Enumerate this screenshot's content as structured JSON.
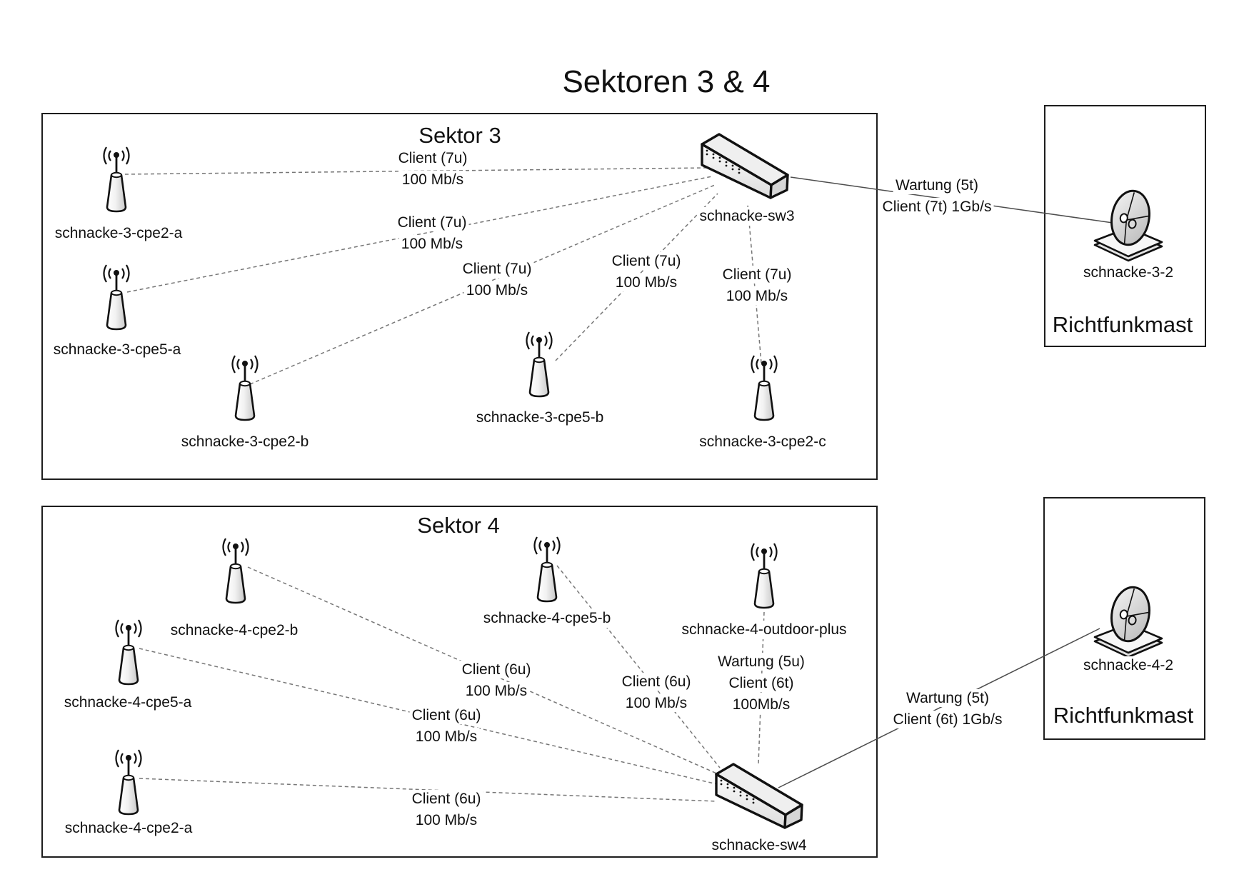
{
  "title": "Sektoren 3 & 4",
  "colors": {
    "box_border": "#1d1d1d",
    "dashed_link": "#767676",
    "solid_link": "#4d4d4d",
    "text": "#111111",
    "icon_fill_light": "#f7f7f7",
    "icon_fill_dark": "#c9c9c9"
  },
  "sector3": {
    "heading": "Sektor 3",
    "switch_label": "schnacke-sw3",
    "nodes": [
      {
        "label": "schnacke-3-cpe2-a"
      },
      {
        "label": "schnacke-3-cpe5-a"
      },
      {
        "label": "schnacke-3-cpe2-b"
      },
      {
        "label": "schnacke-3-cpe5-b"
      },
      {
        "label": "schnacke-3-cpe2-c"
      }
    ],
    "links": [
      {
        "lines": [
          "Client (7u)",
          "100 Mb/s"
        ]
      },
      {
        "lines": [
          "Client (7u)",
          "100 Mb/s"
        ]
      },
      {
        "lines": [
          "Client (7u)",
          "100 Mb/s"
        ]
      },
      {
        "lines": [
          "Client (7u)",
          "100 Mb/s"
        ]
      },
      {
        "lines": [
          "Client (7u)",
          "100 Mb/s"
        ]
      }
    ],
    "uplink": {
      "lines": [
        "Wartung (5t)",
        "Client (7t) 1Gb/s"
      ]
    }
  },
  "sector4": {
    "heading": "Sektor 4",
    "switch_label": "schnacke-sw4",
    "nodes": [
      {
        "label": "schnacke-4-cpe2-b"
      },
      {
        "label": "schnacke-4-cpe5-a"
      },
      {
        "label": "schnacke-4-cpe2-a"
      },
      {
        "label": "schnacke-4-cpe5-b"
      },
      {
        "label": "schnacke-4-outdoor-plus"
      }
    ],
    "links": [
      {
        "lines": [
          "Client (6u)",
          "100 Mb/s"
        ]
      },
      {
        "lines": [
          "Client (6u)",
          "100 Mb/s"
        ]
      },
      {
        "lines": [
          "Wartung (5u)",
          "Client (6t)",
          "100Mb/s"
        ]
      },
      {
        "lines": [
          "Client (6u)",
          "100 Mb/s"
        ]
      },
      {
        "lines": [
          "Client (6u)",
          "100 Mb/s"
        ]
      }
    ],
    "uplink": {
      "lines": [
        "Wartung (5t)",
        "Client (6t) 1Gb/s"
      ]
    }
  },
  "mast3": {
    "heading": "Richtfunkmast",
    "node_label": "schnacke-3-2"
  },
  "mast4": {
    "heading": "Richtfunkmast",
    "node_label": "schnacke-4-2"
  }
}
